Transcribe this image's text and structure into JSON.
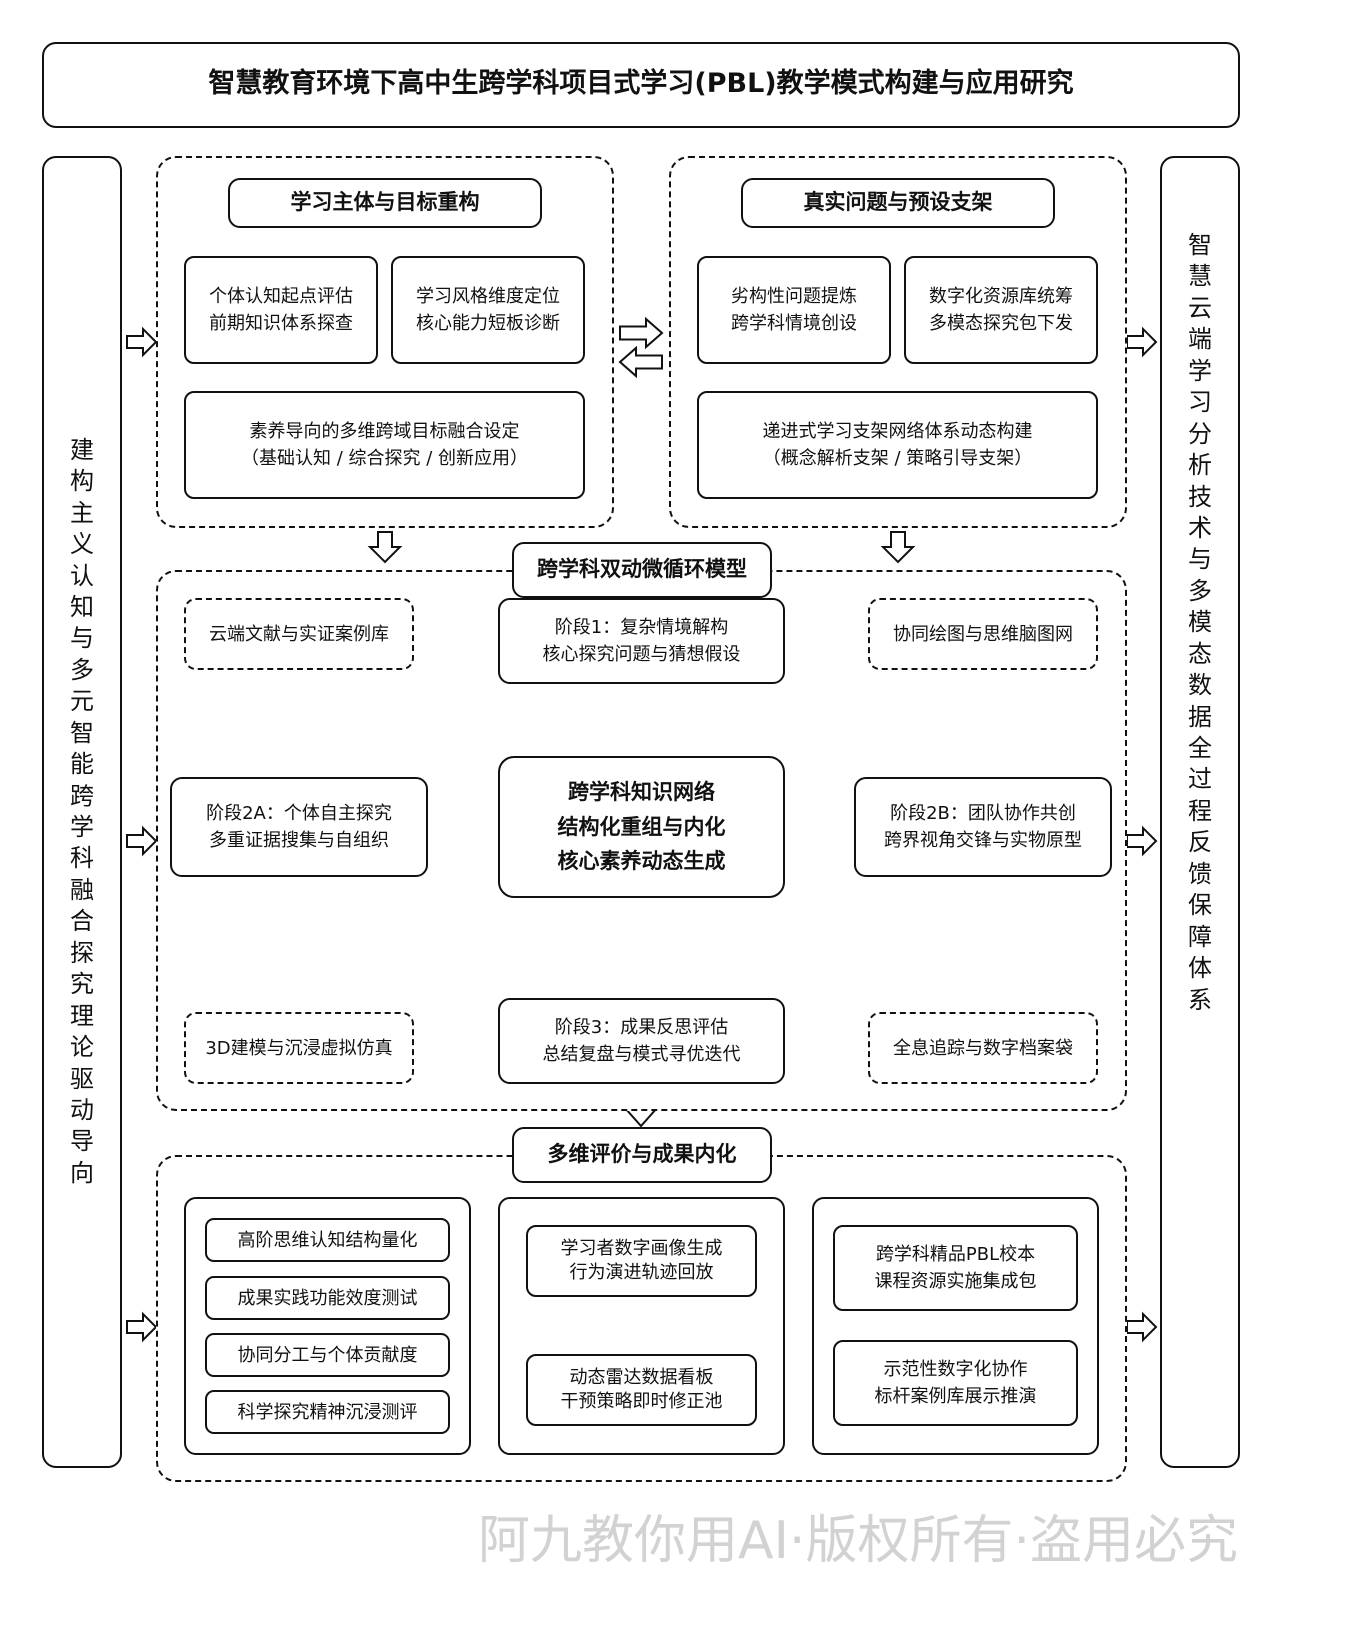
{
  "title": "智慧教育环境下高中生跨学科项目式学习(PBL)教学模式构建与应用研究",
  "watermark": "阿九教你用AI·版权所有·盗用必究",
  "left_pillar": "建构主义认知与多元智能跨学科融合探究理论驱动导向",
  "right_pillar": "智慧云端学习分析技术与多模态数据全过程反馈保障体系",
  "top_left": {
    "header": "学习主体与目标重构",
    "box1": [
      "个体认知起点评估",
      "前期知识体系探查"
    ],
    "box2": [
      "学习风格维度定位",
      "核心能力短板诊断"
    ],
    "box3": [
      "素养导向的多维跨域目标融合设定",
      "（基础认知 / 综合探究 / 创新应用）"
    ]
  },
  "top_right": {
    "header": "真实问题与预设支架",
    "box1": [
      "劣构性问题提炼",
      "跨学科情境创设"
    ],
    "box2": [
      "数字化资源库统筹",
      "多模态探究包下发"
    ],
    "box3": [
      "递进式学习支架网络体系动态构建",
      "（概念解析支架 / 策略引导支架）"
    ]
  },
  "middle": {
    "header": "跨学科双动微循环模型",
    "stage1": [
      "阶段1：复杂情境解构",
      "核心探究问题与猜想假设"
    ],
    "stage2a": [
      "阶段2A：个体自主探究",
      "多重证据搜集与自组织"
    ],
    "stage2b": [
      "阶段2B：团队协作共创",
      "跨界视角交锋与实物原型"
    ],
    "stage3": [
      "阶段3：成果反思评估",
      "总结复盘与模式寻优迭代"
    ],
    "core": [
      "跨学科知识网络",
      "结构化重组与内化",
      "核心素养动态生成"
    ],
    "tool_tl": "云端文献与实证案例库",
    "tool_tr": "协同绘图与思维脑图网",
    "tool_bl": "3D建模与沉浸虚拟仿真",
    "tool_br": "全息追踪与数字档案袋"
  },
  "bottom": {
    "header": "多维评价与成果内化",
    "eval_items": [
      "高阶思维认知结构量化",
      "成果实践功能效度测试",
      "协同分工与个体贡献度",
      "科学探究精神沉浸测评"
    ],
    "mid_box1": [
      "学习者数字画像生成",
      "行为演进轨迹回放"
    ],
    "mid_box2": [
      "动态雷达数据看板",
      "干预策略即时修正池"
    ],
    "out_box1": [
      "跨学科精品PBL校本",
      "课程资源实施集成包"
    ],
    "out_box2": [
      "示范性数字化协作",
      "标杆案例库展示推演"
    ]
  }
}
